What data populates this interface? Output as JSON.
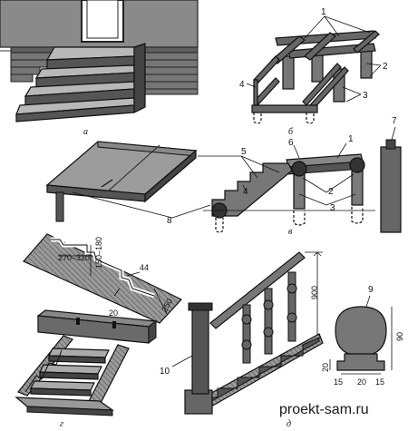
{
  "figures": {
    "a": {
      "caption": "а"
    },
    "b": {
      "caption": "б",
      "callouts": [
        "1",
        "2",
        "3",
        "4"
      ]
    },
    "v": {
      "caption": "в",
      "callouts": [
        "1",
        "2",
        "3",
        "4",
        "5",
        "6",
        "7",
        "8"
      ]
    },
    "g_detail": {
      "dims": [
        "270–320",
        "150–180",
        "44",
        "20",
        "250"
      ]
    },
    "g": {
      "caption": "г"
    },
    "d": {
      "caption": "д",
      "callouts": [
        "9",
        "10"
      ],
      "dims": [
        "900",
        "90",
        "20",
        "15",
        "20",
        "15"
      ]
    }
  },
  "watermark": "proekt-sam.ru"
}
